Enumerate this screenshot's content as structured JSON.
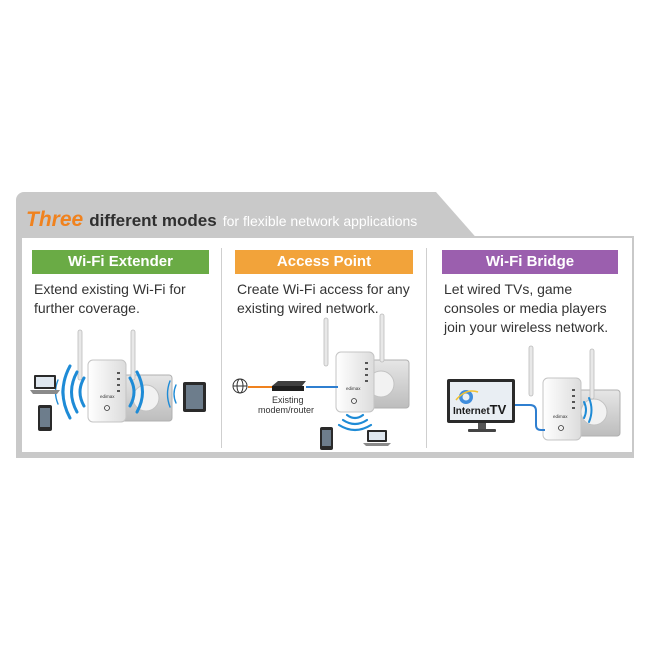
{
  "header": {
    "emphasis": "Three",
    "title": "different modes",
    "subtitle": "for flexible network applications"
  },
  "modes": [
    {
      "label": "Wi-Fi Extender",
      "color": "#6aab45",
      "description": "Extend existing Wi-Fi for further coverage."
    },
    {
      "label": "Access Point",
      "color": "#f2a33a",
      "description": "Create Wi-Fi access for any existing wired network."
    },
    {
      "label": "Wi-Fi Bridge",
      "color": "#9b5fae",
      "description": "Let wired TVs, game consoles or media players join your wireless network."
    }
  ],
  "access_point": {
    "modem_caption_1": "Existing",
    "modem_caption_2": "modem/router"
  },
  "bridge": {
    "tv_brand_1": "Internet",
    "tv_brand_2": "TV"
  },
  "device_brand": "edimax",
  "colors": {
    "wifi_wave": "#1e8bd6",
    "cable": "#2f7fd0",
    "accent_orange": "#f0821e"
  }
}
